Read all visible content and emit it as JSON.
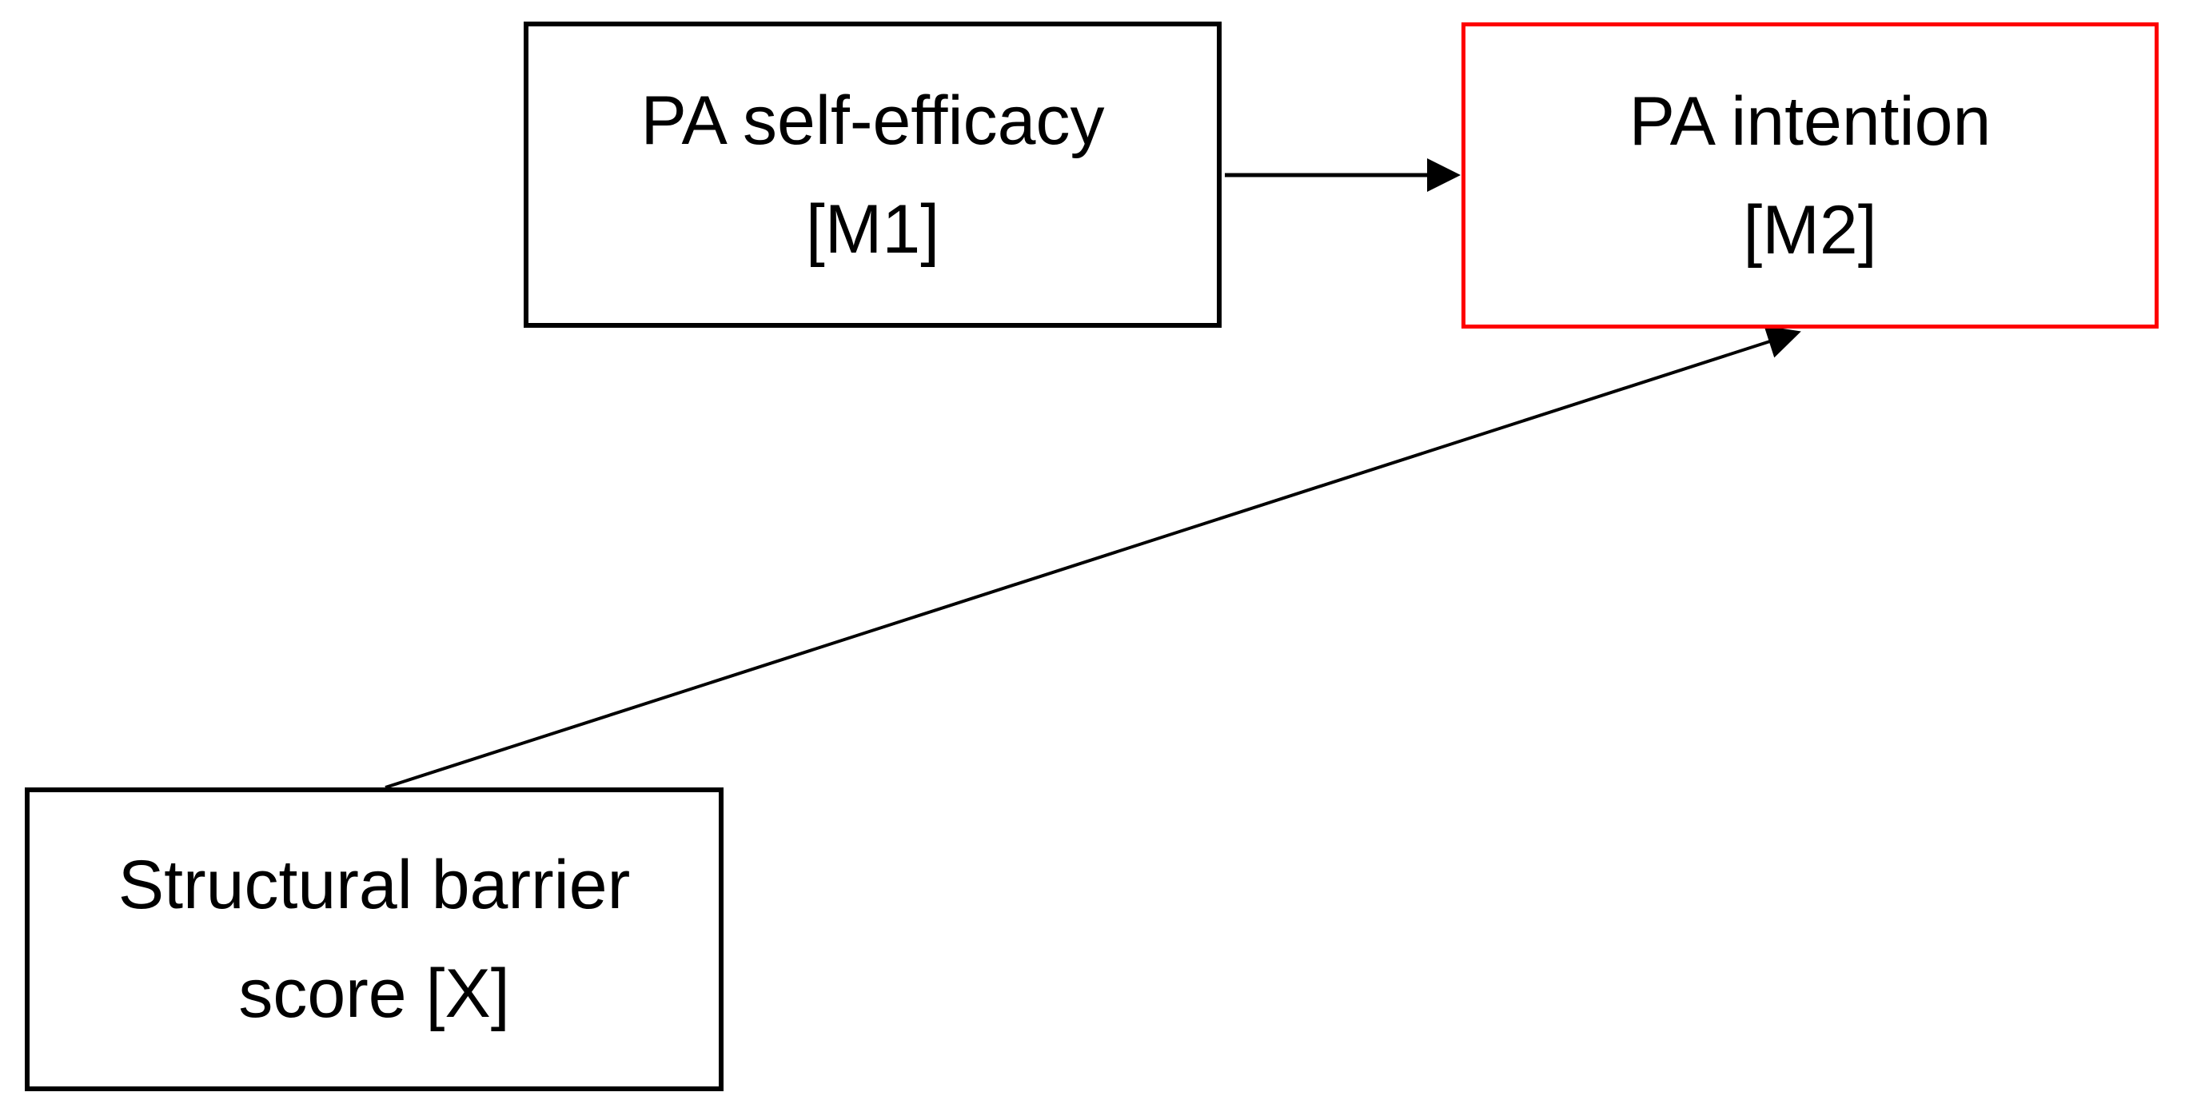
{
  "figure": {
    "type": "path-diagram",
    "background_color": "#ffffff",
    "text_color": "#000000",
    "arrow_color": "#000000",
    "highlight_color": "#fe0000",
    "nodes": [
      {
        "id": "M1",
        "line1": "PA self-efficacy",
        "line2": "[M1]",
        "border_color": "#000000"
      },
      {
        "id": "M2",
        "line1": "PA intention",
        "line2": "[M2]",
        "border_color": "#fe0000"
      },
      {
        "id": "X",
        "line1": "Structural barrier",
        "line2": "score [X]",
        "border_color": "#000000"
      }
    ],
    "edges": [
      {
        "from": "M1",
        "to": "M2",
        "type": "straight-arrow",
        "color": "#000000"
      },
      {
        "from": "X",
        "to": "M2",
        "type": "diagonal-arrow",
        "color": "#000000"
      }
    ]
  }
}
